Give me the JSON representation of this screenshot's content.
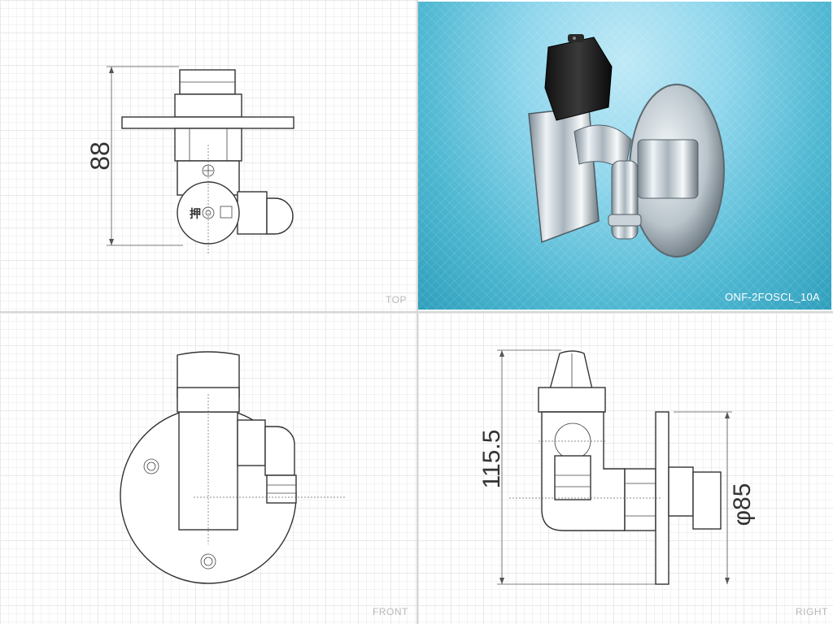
{
  "views": {
    "top": {
      "label": "TOP",
      "dimension": "88",
      "mark": "押"
    },
    "photo": {
      "model": "ONF-2FOSCL_10A"
    },
    "front": {
      "label": "FRONT"
    },
    "right": {
      "label": "RIGHT",
      "dim_height": "115.5",
      "dim_diameter": "φ85"
    }
  },
  "colors": {
    "photo_bg": "#4fb8d2",
    "grid_line": "#e9e9e9",
    "separator": "#d6d6d6",
    "view_label": "#b8b8b8"
  }
}
